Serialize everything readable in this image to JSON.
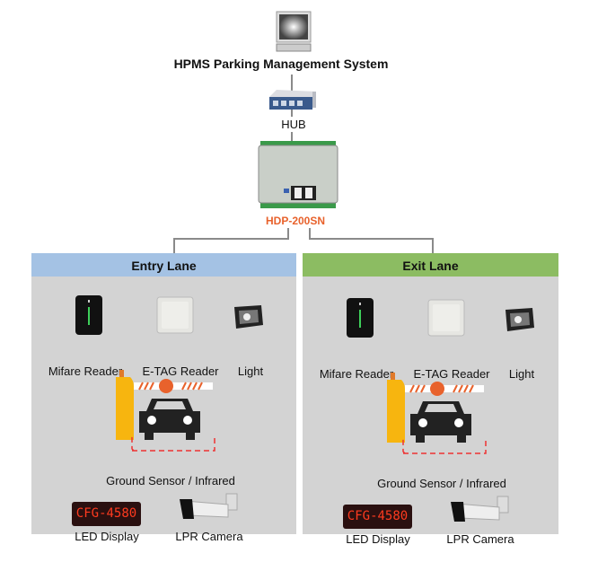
{
  "system": {
    "title": "HPMS Parking Management System",
    "hub_label": "HUB",
    "controller_label": "HDP-200SN"
  },
  "colors": {
    "entry_header": "#a4c2e4",
    "exit_header": "#8cbc62",
    "panel_body": "#d3d3d3",
    "controller_label": "#e8622c",
    "led_text": "#ff3b1f"
  },
  "lanes": [
    {
      "title": "Entry Lane",
      "devices": {
        "mifare": "Mifare Reader",
        "etag": "E-TAG Reader",
        "light": "Light",
        "sensor": "Ground Sensor / Infrared",
        "led": "LED Display",
        "led_text": "CFG-4580",
        "camera": "LPR Camera"
      }
    },
    {
      "title": "Exit Lane",
      "devices": {
        "mifare": "Mifare Reader",
        "etag": "E-TAG Reader",
        "light": "Light",
        "sensor": "Ground Sensor / Infrared",
        "led": "LED Display",
        "led_text": "CFG-4580",
        "camera": "LPR Camera"
      }
    }
  ],
  "icons": [
    "monitor-icon",
    "hub-icon",
    "controller-board-icon",
    "mifare-reader-icon",
    "etag-reader-icon",
    "flood-light-icon",
    "barrier-gate-icon",
    "car-icon",
    "led-display-icon",
    "lpr-camera-icon"
  ]
}
